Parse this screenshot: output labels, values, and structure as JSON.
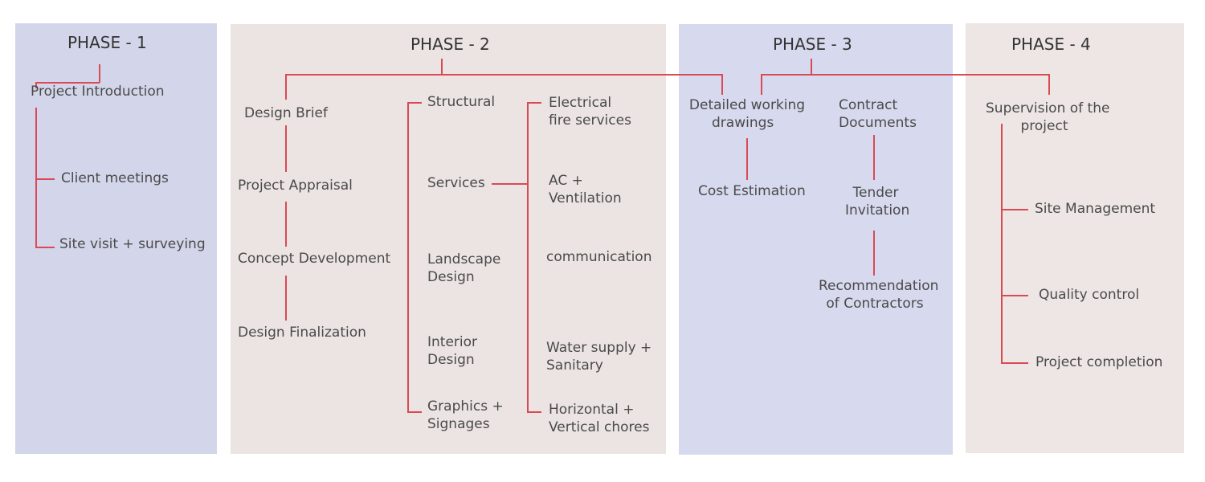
{
  "phase1": {
    "title": "PHASE  - 1",
    "items": [
      "Project  Introduction",
      "Client  meetings",
      "Site visit + surveying"
    ]
  },
  "phase2": {
    "title": "PHASE - 2",
    "design": [
      "Design Brief",
      "Project Appraisal",
      "Concept Development",
      "Design Finalization"
    ],
    "disciplines": [
      "Structural",
      "Services",
      "Landscape",
      "Design",
      "Interior",
      "Design",
      "Graphics +",
      "Signages"
    ],
    "services": [
      "Electrical",
      "fire services",
      "AC +",
      "Ventilation",
      "communication",
      "Water supply +",
      "Sanitary",
      "Horizontal +",
      "Vertical chores"
    ]
  },
  "phase3": {
    "title": "PHASE - 3",
    "drawings": [
      "Detailed  working",
      "drawings",
      "Cost  Estimation"
    ],
    "contract": [
      "Contract",
      "Documents",
      "Tender",
      "Invitation",
      "Recommendation",
      "of Contractors"
    ]
  },
  "phase4": {
    "title": "PHASE - 4",
    "items": [
      "Supervision of the",
      "project",
      "Site Management",
      "Quality  control",
      "Project  completion"
    ]
  },
  "colors": {
    "connector": "#d94a55",
    "panel_blue": "#d3d6ea",
    "panel_beige": "#ebe4e3"
  }
}
